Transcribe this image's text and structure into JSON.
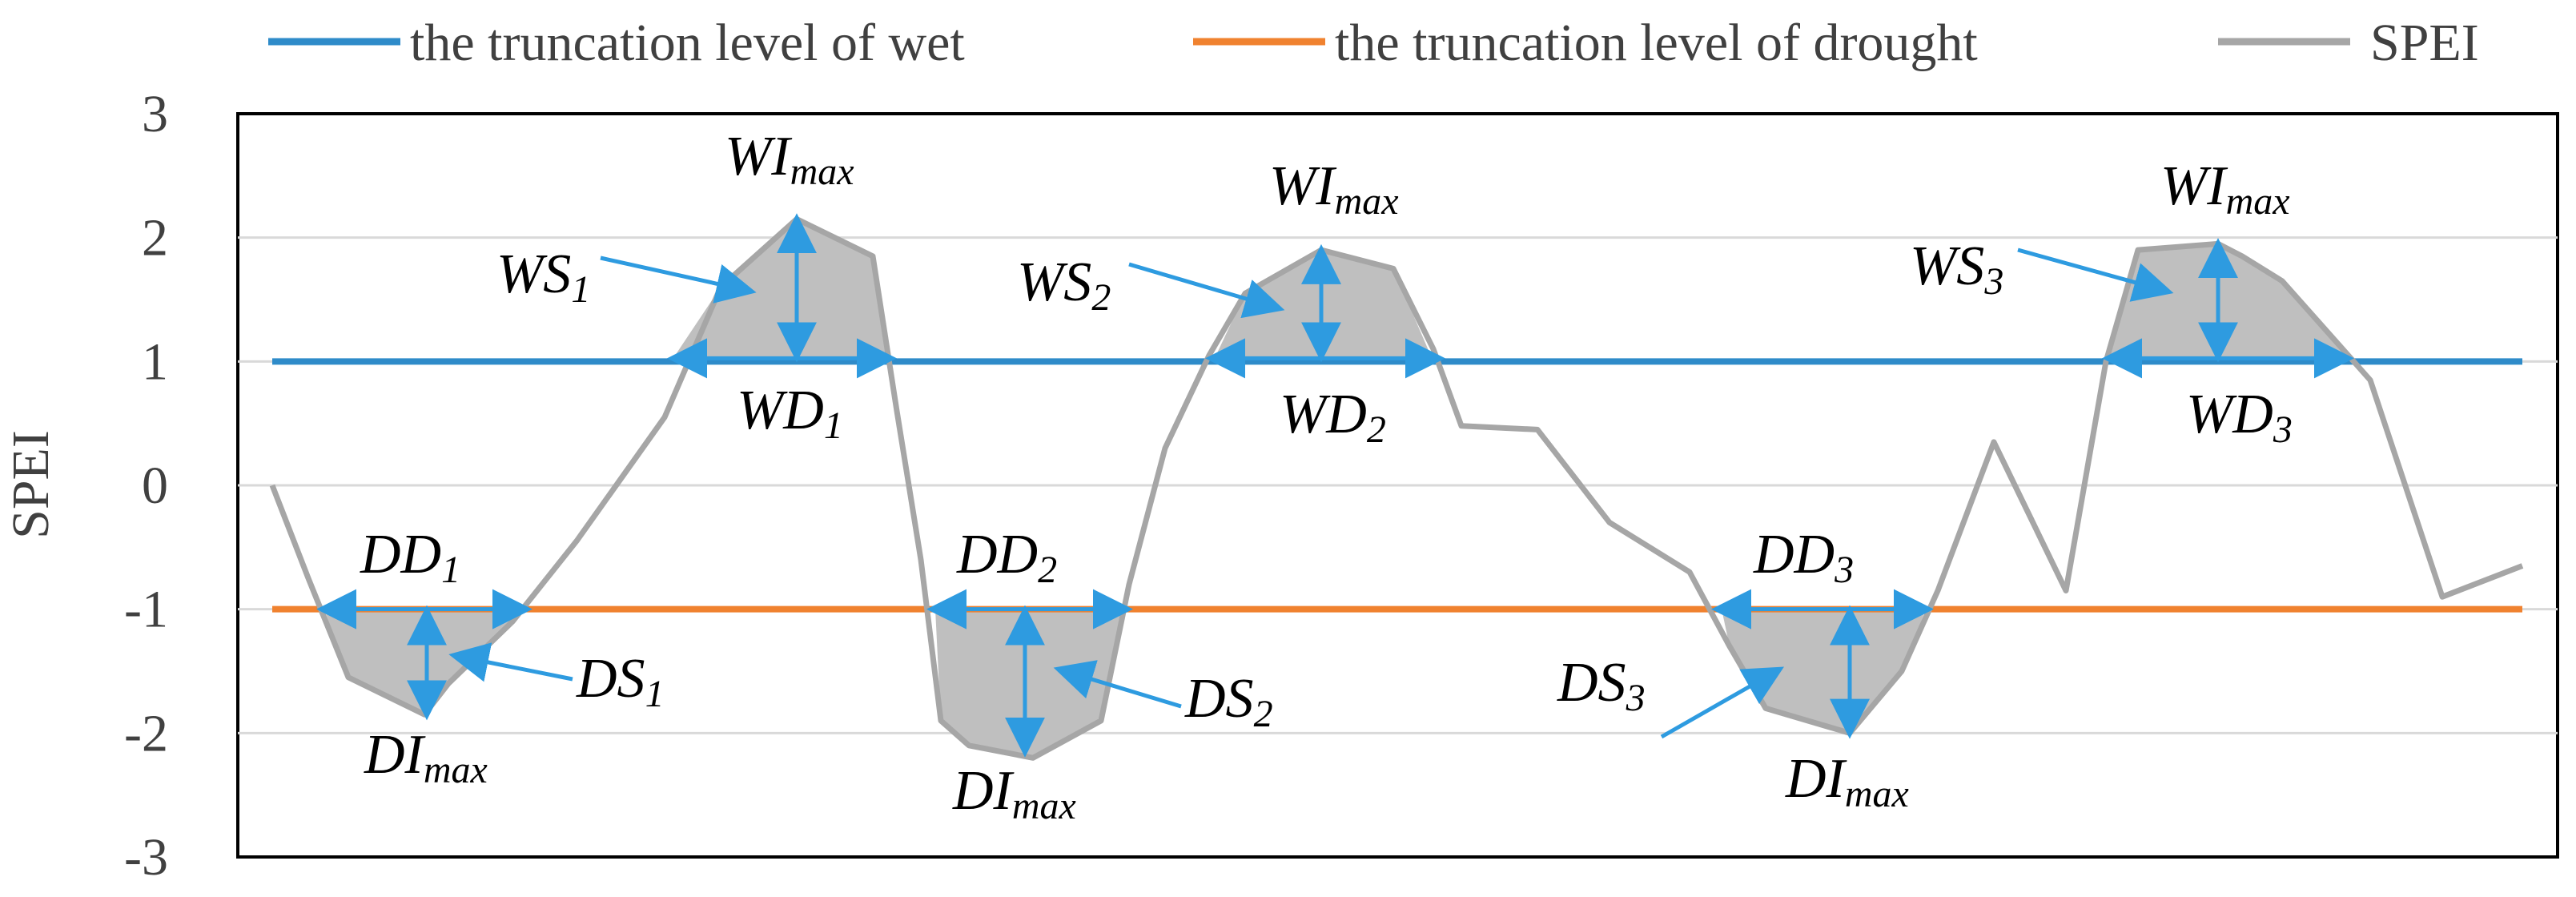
{
  "chart_data": {
    "type": "line",
    "ylabel": "SPEI",
    "ylim": [
      -3,
      3
    ],
    "yticks": [
      3,
      2,
      1,
      0,
      -1,
      -2,
      -3
    ],
    "grid": true,
    "legend_position": "top",
    "wet_level": 1,
    "drought_level": -1,
    "series": [
      {
        "name": "the truncation level of wet",
        "color": "#2E8BC9",
        "values": [
          1,
          1
        ]
      },
      {
        "name": "the truncation level of drought",
        "color": "#F0822F",
        "values": [
          -1,
          -1
        ]
      },
      {
        "name": "SPEI",
        "color": "#A6A6A6",
        "x": [
          0,
          1,
          2,
          3,
          4,
          5,
          6,
          7,
          8,
          9,
          10,
          11,
          12,
          13,
          14,
          15,
          16,
          17,
          18,
          19,
          20,
          21,
          22,
          23,
          24,
          25,
          26,
          27,
          28,
          29,
          30,
          31,
          32,
          33,
          34,
          35,
          36,
          37,
          38,
          39,
          40,
          41,
          42,
          43,
          44,
          45,
          46,
          47,
          48,
          49,
          50,
          51,
          52,
          53,
          54,
          55,
          56,
          57,
          58,
          59,
          60,
          61,
          62,
          63,
          64,
          65,
          66,
          67,
          68,
          69,
          70,
          71,
          72,
          73,
          74,
          75,
          76,
          77
        ],
        "values": [
          0.0,
          -0.75,
          -1.55,
          -1.8,
          -1.85,
          -1.6,
          -1.2,
          -0.9,
          -0.5,
          0.05,
          0.6,
          1.05,
          1.6,
          2.0,
          2.15,
          1.85,
          0.3,
          -1.9,
          -2.15,
          -2.2,
          -1.9,
          -0.6,
          0.3,
          1.1,
          1.55,
          1.8,
          1.9,
          1.75,
          1.3,
          0.45,
          0.45,
          0.4,
          -0.3,
          -0.7,
          -1.05,
          -1.45,
          -1.8,
          -2.0,
          -1.8,
          -1.3,
          -0.8,
          0.35,
          -0.85,
          0.9,
          1.9,
          1.95,
          1.7,
          1.0,
          0.85,
          -0.3,
          -0.6,
          -0.9,
          -0.85,
          -0.65,
          null,
          null,
          null,
          null,
          null,
          null,
          null,
          null,
          null,
          null,
          null,
          null,
          null,
          null,
          null,
          null,
          null,
          null,
          null,
          null,
          null,
          null,
          null,
          null
        ]
      }
    ],
    "annotations": {
      "wet": [
        {
          "ws": "WS",
          "ws_sub": "1",
          "wd": "WD",
          "wd_sub": "1",
          "wi": "WI",
          "wi_sub": "max"
        },
        {
          "ws": "WS",
          "ws_sub": "2",
          "wd": "WD",
          "wd_sub": "2",
          "wi": "WI",
          "wi_sub": "max"
        },
        {
          "ws": "WS",
          "ws_sub": "3",
          "wd": "WD",
          "wd_sub": "3",
          "wi": "WI",
          "wi_sub": "max"
        }
      ],
      "drought": [
        {
          "ds": "DS",
          "ds_sub": "1",
          "dd": "DD",
          "dd_sub": "1",
          "di": "DI",
          "di_sub": "max"
        },
        {
          "ds": "DS",
          "ds_sub": "2",
          "dd": "DD",
          "dd_sub": "2",
          "di": "DI",
          "di_sub": "max"
        },
        {
          "ds": "DS",
          "ds_sub": "3",
          "dd": "DD",
          "dd_sub": "3",
          "di": "DI",
          "di_sub": "max"
        }
      ]
    }
  }
}
